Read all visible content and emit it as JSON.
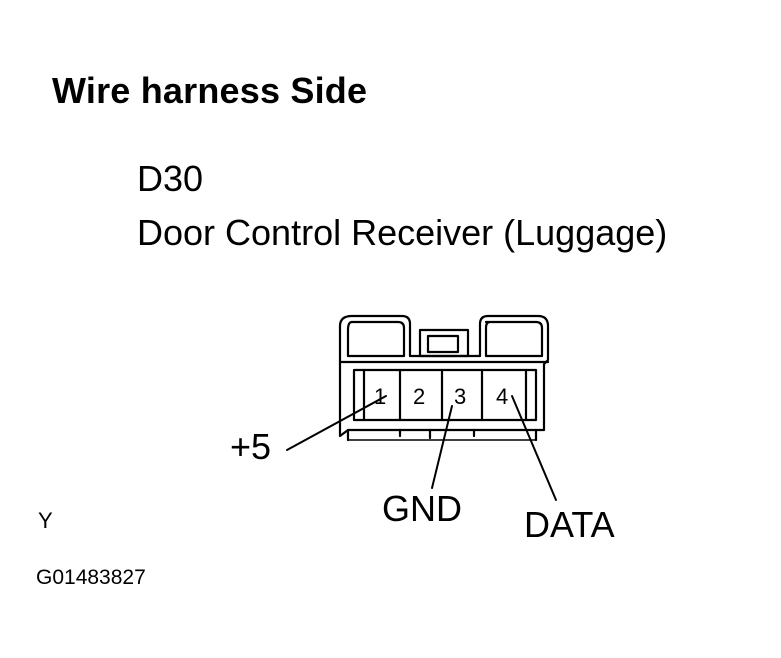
{
  "header": {
    "title": "Wire harness Side",
    "connector_code": "D30",
    "connector_name": "Door Control Receiver (Luggage)"
  },
  "connector": {
    "pins": [
      {
        "number": "1",
        "signal": "+5"
      },
      {
        "number": "2",
        "signal": ""
      },
      {
        "number": "3",
        "signal": "GND"
      },
      {
        "number": "4",
        "signal": "DATA"
      }
    ]
  },
  "labels": {
    "pin1": "+5",
    "pin3": "GND",
    "pin4": "DATA"
  },
  "footer": {
    "mark": "Y",
    "figure_id": "G01483827"
  }
}
